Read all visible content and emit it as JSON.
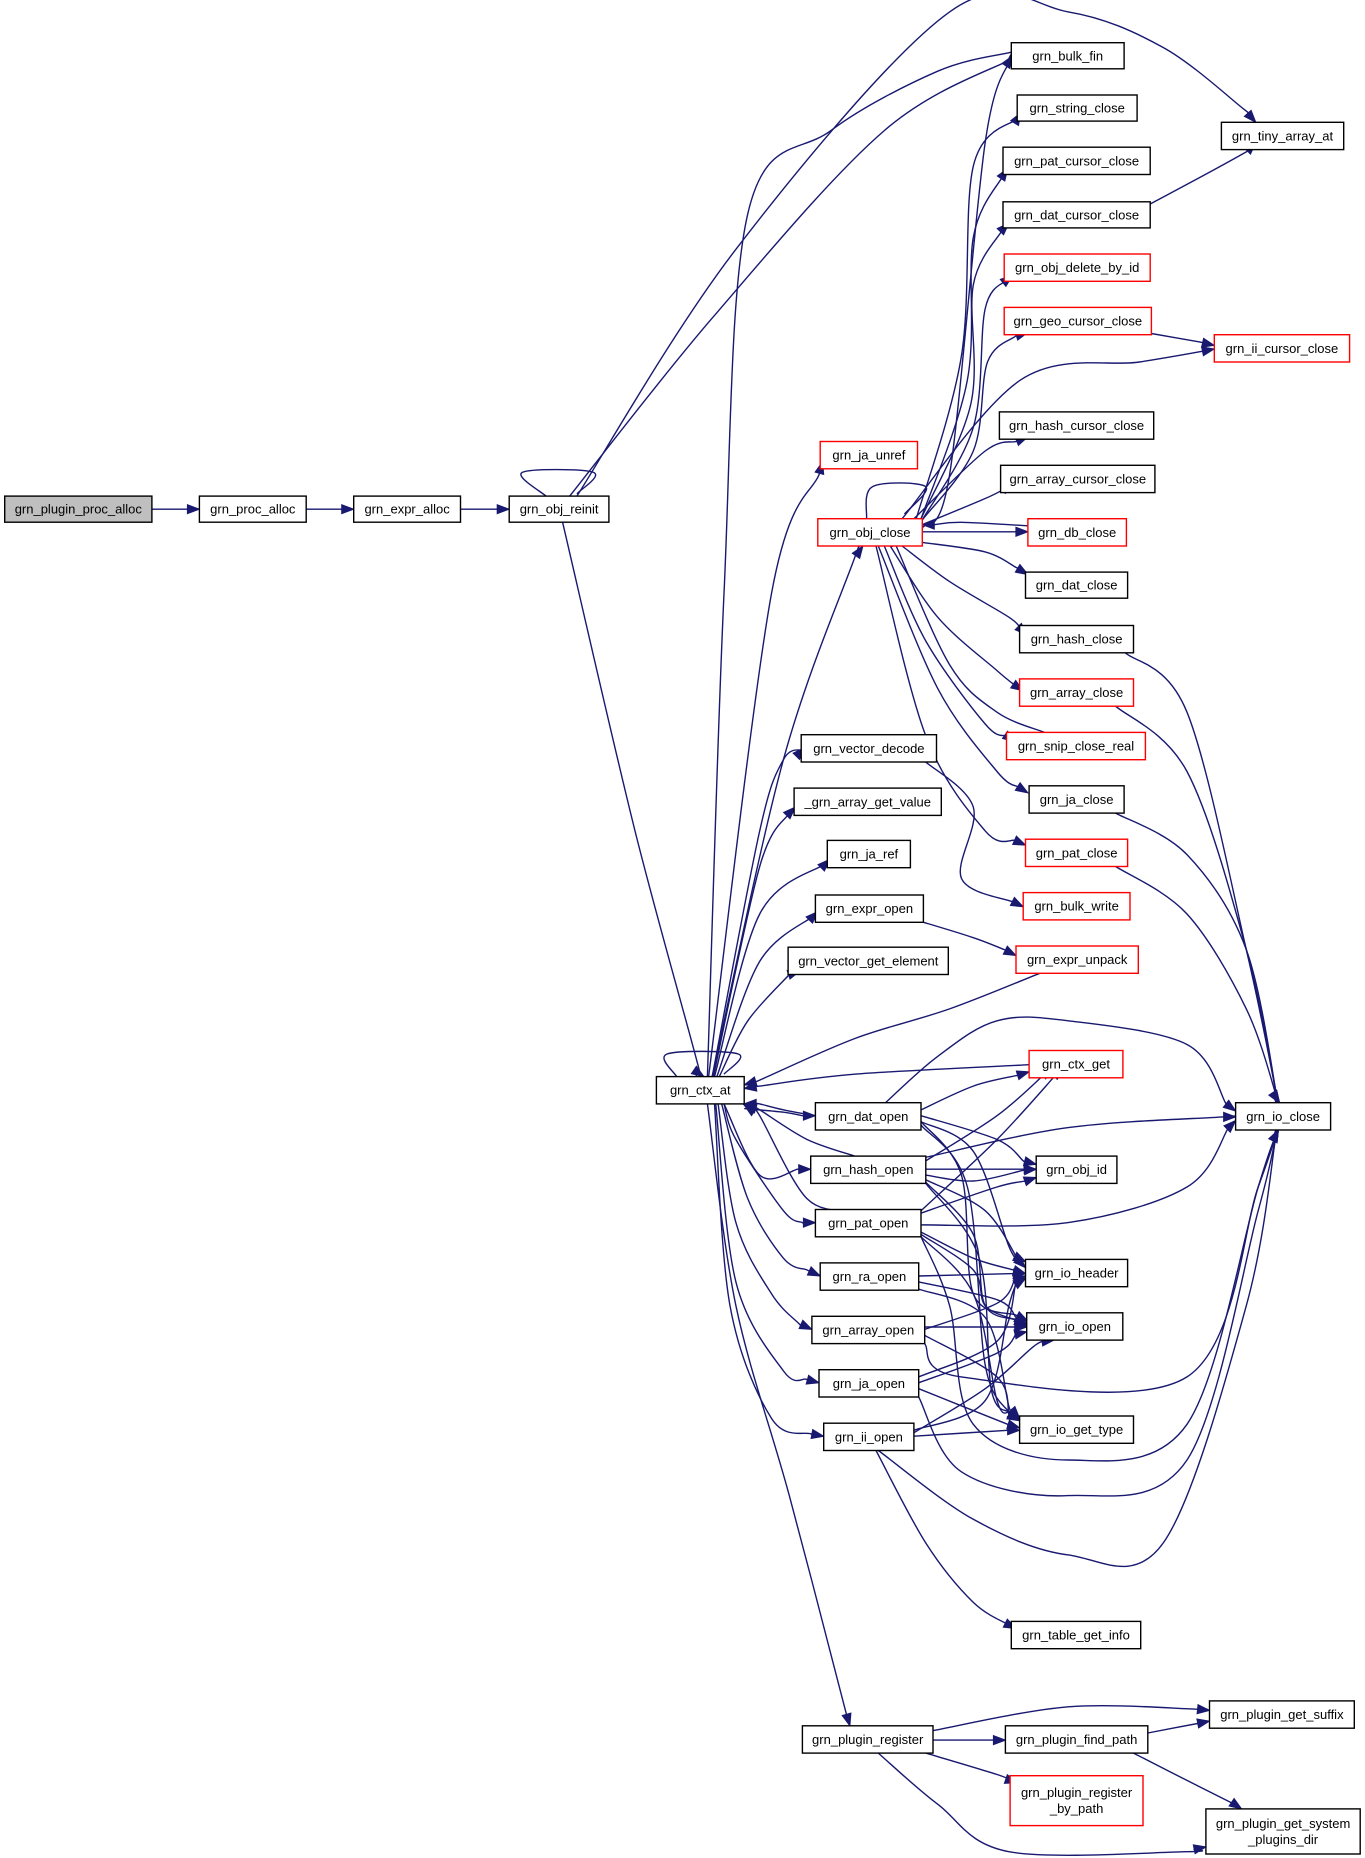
{
  "diagram": {
    "type": "call-graph",
    "colors": {
      "edge": "#191970",
      "root_fill": "#bfbfbf",
      "node_fill": "#ffffff",
      "node_border": "#000000",
      "truncated_border": "#ff0000"
    },
    "nodes": [
      {
        "id": "n_plugin_proc_alloc",
        "label": "grn_plugin_proc_alloc",
        "style": "root"
      },
      {
        "id": "n_proc_alloc",
        "label": "grn_proc_alloc",
        "style": "normal"
      },
      {
        "id": "n_expr_alloc",
        "label": "grn_expr_alloc",
        "style": "normal"
      },
      {
        "id": "n_obj_reinit",
        "label": "grn_obj_reinit",
        "style": "normal"
      },
      {
        "id": "n_ctx_at",
        "label": "grn_ctx_at",
        "style": "normal"
      },
      {
        "id": "n_bulk_fin",
        "label": "grn_bulk_fin",
        "style": "normal"
      },
      {
        "id": "n_string_close",
        "label": "grn_string_close",
        "style": "normal"
      },
      {
        "id": "n_pat_cursor_close",
        "label": "grn_pat_cursor_close",
        "style": "normal"
      },
      {
        "id": "n_dat_cursor_close",
        "label": "grn_dat_cursor_close",
        "style": "normal"
      },
      {
        "id": "n_obj_delete_by_id",
        "label": "grn_obj_delete_by_id",
        "style": "truncated"
      },
      {
        "id": "n_geo_cursor_close",
        "label": "grn_geo_cursor_close",
        "style": "truncated"
      },
      {
        "id": "n_hash_cursor_close",
        "label": "grn_hash_cursor_close",
        "style": "normal"
      },
      {
        "id": "n_array_cursor_close",
        "label": "grn_array_cursor_close",
        "style": "normal"
      },
      {
        "id": "n_db_close",
        "label": "grn_db_close",
        "style": "truncated"
      },
      {
        "id": "n_dat_close",
        "label": "grn_dat_close",
        "style": "normal"
      },
      {
        "id": "n_hash_close",
        "label": "grn_hash_close",
        "style": "normal"
      },
      {
        "id": "n_array_close",
        "label": "grn_array_close",
        "style": "truncated"
      },
      {
        "id": "n_snip_close_real",
        "label": "grn_snip_close_real",
        "style": "truncated"
      },
      {
        "id": "n_ja_close",
        "label": "grn_ja_close",
        "style": "normal"
      },
      {
        "id": "n_pat_close",
        "label": "grn_pat_close",
        "style": "truncated"
      },
      {
        "id": "n_bulk_write",
        "label": "grn_bulk_write",
        "style": "truncated"
      },
      {
        "id": "n_expr_unpack",
        "label": "grn_expr_unpack",
        "style": "truncated"
      },
      {
        "id": "n_tiny_array_at",
        "label": "grn_tiny_array_at",
        "style": "normal"
      },
      {
        "id": "n_ii_cursor_close",
        "label": "grn_ii_cursor_close",
        "style": "truncated"
      },
      {
        "id": "n_io_close",
        "label": "grn_io_close",
        "style": "normal"
      },
      {
        "id": "n_ja_unref",
        "label": "grn_ja_unref",
        "style": "truncated"
      },
      {
        "id": "n_obj_close",
        "label": "grn_obj_close",
        "style": "truncated"
      },
      {
        "id": "n_vector_decode",
        "label": "grn_vector_decode",
        "style": "normal"
      },
      {
        "id": "n_array_get_value",
        "label": "_grn_array_get_value",
        "style": "normal"
      },
      {
        "id": "n_ja_ref",
        "label": "grn_ja_ref",
        "style": "normal"
      },
      {
        "id": "n_expr_open",
        "label": "grn_expr_open",
        "style": "normal"
      },
      {
        "id": "n_vector_get_element",
        "label": "grn_vector_get_element",
        "style": "normal"
      },
      {
        "id": "n_ctx_get",
        "label": "grn_ctx_get",
        "style": "truncated"
      },
      {
        "id": "n_dat_open",
        "label": "grn_dat_open",
        "style": "normal"
      },
      {
        "id": "n_hash_open",
        "label": "grn_hash_open",
        "style": "normal"
      },
      {
        "id": "n_obj_id",
        "label": "grn_obj_id",
        "style": "normal"
      },
      {
        "id": "n_pat_open",
        "label": "grn_pat_open",
        "style": "normal"
      },
      {
        "id": "n_io_header",
        "label": "grn_io_header",
        "style": "normal"
      },
      {
        "id": "n_ra_open",
        "label": "grn_ra_open",
        "style": "normal"
      },
      {
        "id": "n_io_open",
        "label": "grn_io_open",
        "style": "normal"
      },
      {
        "id": "n_array_open",
        "label": "grn_array_open",
        "style": "normal"
      },
      {
        "id": "n_ja_open",
        "label": "grn_ja_open",
        "style": "normal"
      },
      {
        "id": "n_io_get_type",
        "label": "grn_io_get_type",
        "style": "normal"
      },
      {
        "id": "n_ii_open",
        "label": "grn_ii_open",
        "style": "normal"
      },
      {
        "id": "n_table_get_info",
        "label": "grn_table_get_info",
        "style": "normal"
      },
      {
        "id": "n_plugin_register",
        "label": "grn_plugin_register",
        "style": "normal"
      },
      {
        "id": "n_plugin_find_path",
        "label": "grn_plugin_find_path",
        "style": "normal"
      },
      {
        "id": "n_plugin_get_suffix",
        "label": "grn_plugin_get_suffix",
        "style": "normal"
      },
      {
        "id": "n_plugin_register_by_path",
        "label": "grn_plugin_register\n_by_path",
        "style": "truncated"
      },
      {
        "id": "n_plugin_get_system_plugins_dir",
        "label": "grn_plugin_get_system\n_plugins_dir",
        "style": "normal"
      }
    ]
  }
}
